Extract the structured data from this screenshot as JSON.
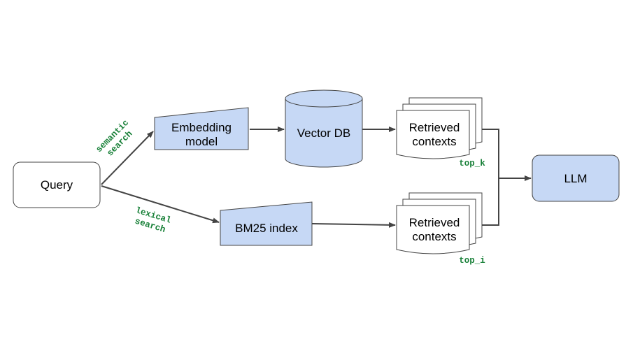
{
  "colors": {
    "node_fill": "#c6d8f5",
    "node_stroke": "#444444",
    "query_fill": "#ffffff",
    "edge": "#444444",
    "edge_label": "#188038",
    "doc_fill": "#ffffff"
  },
  "nodes": {
    "query": "Query",
    "embedding_model": [
      "Embedding",
      "model"
    ],
    "vector_db": "Vector DB",
    "bm25_index": "BM25 index",
    "retrieved_top": [
      "Retrieved",
      "contexts"
    ],
    "retrieved_bottom": [
      "Retrieved",
      "contexts"
    ],
    "llm": "LLM"
  },
  "edge_labels": {
    "semantic": [
      "semantic",
      "search"
    ],
    "lexical": [
      "lexical",
      "search"
    ],
    "top_k": "top_k",
    "top_i": "top_i"
  },
  "icons": {
    "vector_db": "database-cylinder-icon",
    "retrieved": "document-stack-icon"
  }
}
